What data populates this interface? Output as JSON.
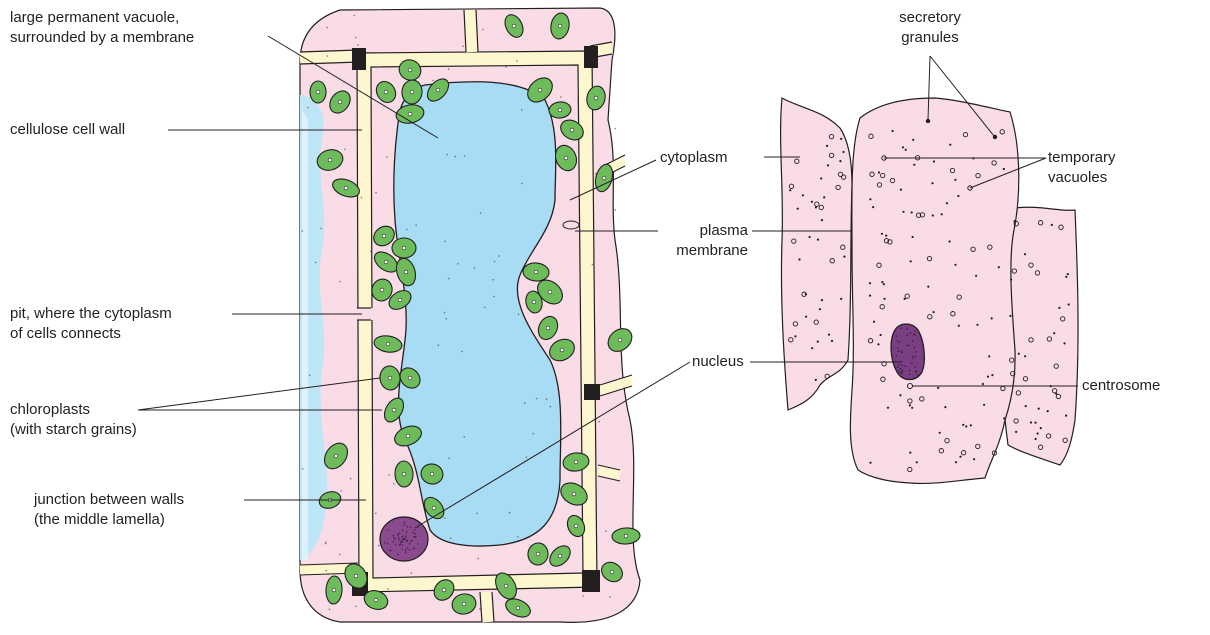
{
  "labels": {
    "vacuole": [
      "large permanent vacuole,",
      "surrounded by a membrane"
    ],
    "cell_wall": "cellulose cell wall",
    "pit": [
      "pit, where the cytoplasm",
      "of cells connects"
    ],
    "chloroplasts": [
      "chloroplasts",
      "(with starch grains)"
    ],
    "junction": [
      "junction between walls",
      "(the middle lamella)"
    ],
    "cytoplasm": "cytoplasm",
    "plasma_membrane": [
      "plasma",
      "membrane"
    ],
    "nucleus": "nucleus",
    "secretory_granules": [
      "secretory",
      "granules"
    ],
    "temporary_vacuoles": [
      "temporary",
      "vacuoles"
    ],
    "centrosome": "centrosome"
  },
  "colors": {
    "cytoplasm_pink": "#f9dce6",
    "vacuole_blue": "#a8dcf5",
    "chloroplast_green": "#6dbb5a",
    "cell_wall_cream": "#fdf6cf",
    "nucleus_purple": "#8a4a8e",
    "outline": "#231f20"
  }
}
